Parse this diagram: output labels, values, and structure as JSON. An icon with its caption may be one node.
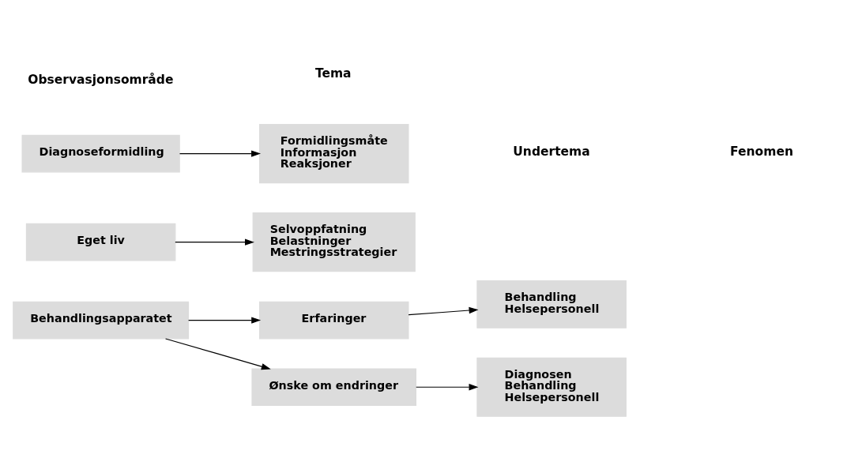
{
  "diagram": {
    "nodes": [
      {
        "text": [
          "Diagnoseformidling"
        ]
      },
      {
        "text": [
          "Formidlingsmåte",
          "Informasjon",
          "Reaksjoner"
        ]
      },
      {
        "text": [
          "Eget liv"
        ]
      },
      {
        "text": [
          "Selvoppfatning",
          "Belastninger",
          "Mestringsstrategier"
        ]
      },
      {
        "text": [
          "Behandlingsapparatet"
        ]
      },
      {
        "text": [
          "Erfaringer"
        ]
      },
      {
        "text": [
          "Ønske om endringer"
        ]
      },
      {
        "text": [
          "Behandling",
          "Helsepersonell"
        ]
      },
      {
        "text": [
          "Diagnosen",
          "Behandling",
          "Helsepersonell"
        ]
      }
    ],
    "edges": [
      {
        "from": 0,
        "to": 1,
        "arrow": "to"
      },
      {
        "from": 2,
        "to": 3,
        "arrow": "to"
      },
      {
        "from": 4,
        "to": 5,
        "arrow": "to"
      },
      {
        "from": 4,
        "to": 6,
        "arrow": "to"
      },
      {
        "from": 5,
        "to": 7,
        "arrow": "to"
      },
      {
        "from": 6,
        "to": 8,
        "arrow": "to"
      }
    ],
    "labels": [
      "Observasjonsområde",
      "Tema",
      "Undertema",
      "Fenomen"
    ]
  }
}
